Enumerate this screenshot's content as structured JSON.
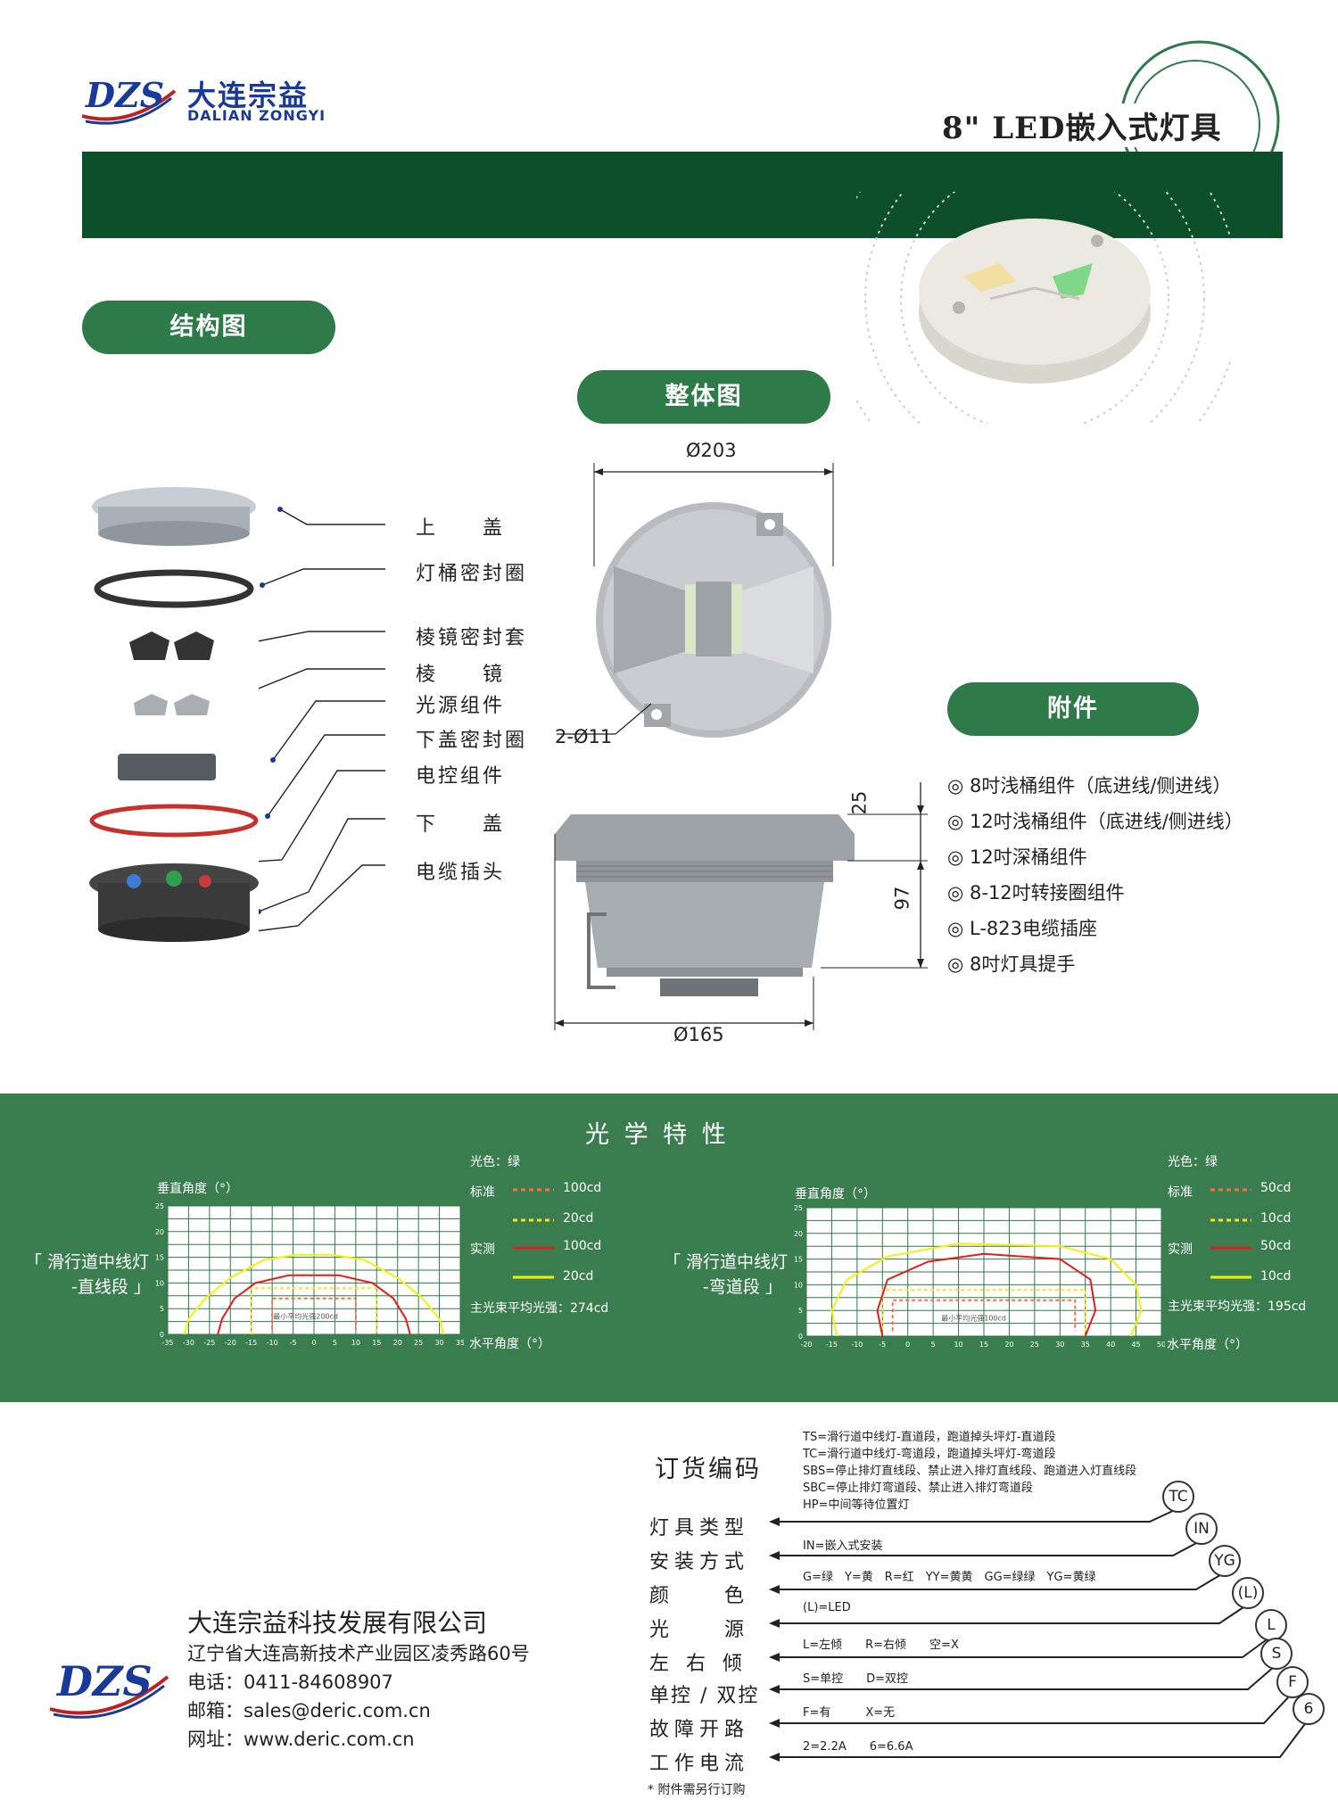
{
  "header": {
    "logo_text": "DZS",
    "company_cn": "大连宗益",
    "company_en": "DALIAN ZONGYI",
    "product_title": "8\" LED嵌入式灯具"
  },
  "structure": {
    "section_title": "结构图",
    "parts": [
      "上　　盖",
      "灯桶密封圈",
      "棱镜密封套",
      "棱　　镜",
      "光源组件",
      "下盖密封圈",
      "电控组件",
      "下　　盖",
      "电缆插头"
    ]
  },
  "overall": {
    "section_title": "整体图",
    "dims": {
      "top_diameter": "Ø203",
      "holes": "2-Ø11",
      "height_top": "25",
      "height_body": "97",
      "bottom_diameter": "Ø165"
    }
  },
  "accessories": {
    "section_title": "附件",
    "items": [
      "◎ 8吋浅桶组件（底进线/侧进线）",
      "◎ 12吋浅桶组件（底进线/侧进线）",
      "◎ 12吋深桶组件",
      "◎ 8-12吋转接圈组件",
      "◎ L-823电缆插座",
      "◎ 8吋灯具提手"
    ]
  },
  "optics": {
    "section_title": "光 学 特 性",
    "left": {
      "caption_line1": "「 滑行道中线灯",
      "caption_line2": "-直线段 」",
      "light_color": "光色：绿",
      "y_label": "垂直角度（°）",
      "x_label": "水平角度（°）",
      "legend_std": "标准",
      "legend_meas": "实测",
      "std_values": [
        "100cd",
        "20cd"
      ],
      "meas_values": [
        "100cd",
        "20cd"
      ],
      "avg_text": "主光束平均光强：274cd",
      "inner_note": "最小平均光强200cd",
      "x_ticks": [
        "-35",
        "-30",
        "-25",
        "-20",
        "-15",
        "-10",
        "-5",
        "0",
        "5",
        "10",
        "15",
        "20",
        "25",
        "30",
        "35"
      ],
      "y_ticks": [
        "0",
        "5",
        "10",
        "15",
        "20",
        "25"
      ]
    },
    "right": {
      "caption_line1": "「 滑行道中线灯",
      "caption_line2": "-弯道段 」",
      "light_color": "光色：绿",
      "y_label": "垂直角度（°）",
      "x_label": "水平角度（°）",
      "legend_std": "标准",
      "legend_meas": "实测",
      "std_values": [
        "50cd",
        "10cd"
      ],
      "meas_values": [
        "50cd",
        "10cd"
      ],
      "avg_text": "主光束平均光强：195cd",
      "inner_note": "最小平均光强100cd",
      "x_ticks": [
        "-20",
        "-15",
        "-10",
        "-5",
        "0",
        "5",
        "10",
        "15",
        "20",
        "25",
        "30",
        "35",
        "40",
        "45",
        "50"
      ],
      "y_ticks": [
        "0",
        "5",
        "10",
        "15",
        "20",
        "25"
      ]
    },
    "colors": {
      "std": "#ff6a4a",
      "std2": "#ffe21a",
      "meas": "#e11d1d",
      "meas2": "#f2f20a"
    }
  },
  "order": {
    "title": "订货编码",
    "type_notes": [
      "TS=滑行道中线灯-直道段，跑道掉头坪灯-直道段",
      "TC=滑行道中线灯-弯道段，跑道掉头坪灯-弯道段",
      "SBS=停止排灯直线段、禁止进入排灯直线段、跑道进入灯直线段",
      "SBC=停止排灯弯道段、禁止进入排灯弯道段",
      "HP=中间等待位置灯"
    ],
    "rows": [
      {
        "label": "灯具类型",
        "note": "",
        "code": "TC"
      },
      {
        "label": "安装方式",
        "note": "IN=嵌入式安装",
        "code": "IN"
      },
      {
        "label": "颜　　色",
        "note": "G=绿　Y=黄　R=红　YY=黄黄　GG=绿绿　YG=黄绿",
        "code": "YG"
      },
      {
        "label": "光　　源",
        "note": "(L)=LED",
        "code": "(L)"
      },
      {
        "label": "左 右 倾",
        "note": "L=左倾　　R=右倾　　空=X",
        "code": "L"
      },
      {
        "label": "单控 / 双控",
        "note": "S=单控　　D=双控",
        "code": "S"
      },
      {
        "label": "故障开路",
        "note": "F=有　　　X=无",
        "code": "F"
      },
      {
        "label": "工作电流",
        "note": "2=2.2A　　6=6.6A",
        "code": "6"
      }
    ],
    "footnote": "* 附件需另行订购"
  },
  "company": {
    "name": "大连宗益科技发展有限公司",
    "address": "辽宁省大连高新技术产业园区凌秀路60号",
    "phone": "电话：0411-84608907",
    "email": "邮箱：sales@deric.com.cn",
    "web": "网址：www.deric.com.cn"
  }
}
